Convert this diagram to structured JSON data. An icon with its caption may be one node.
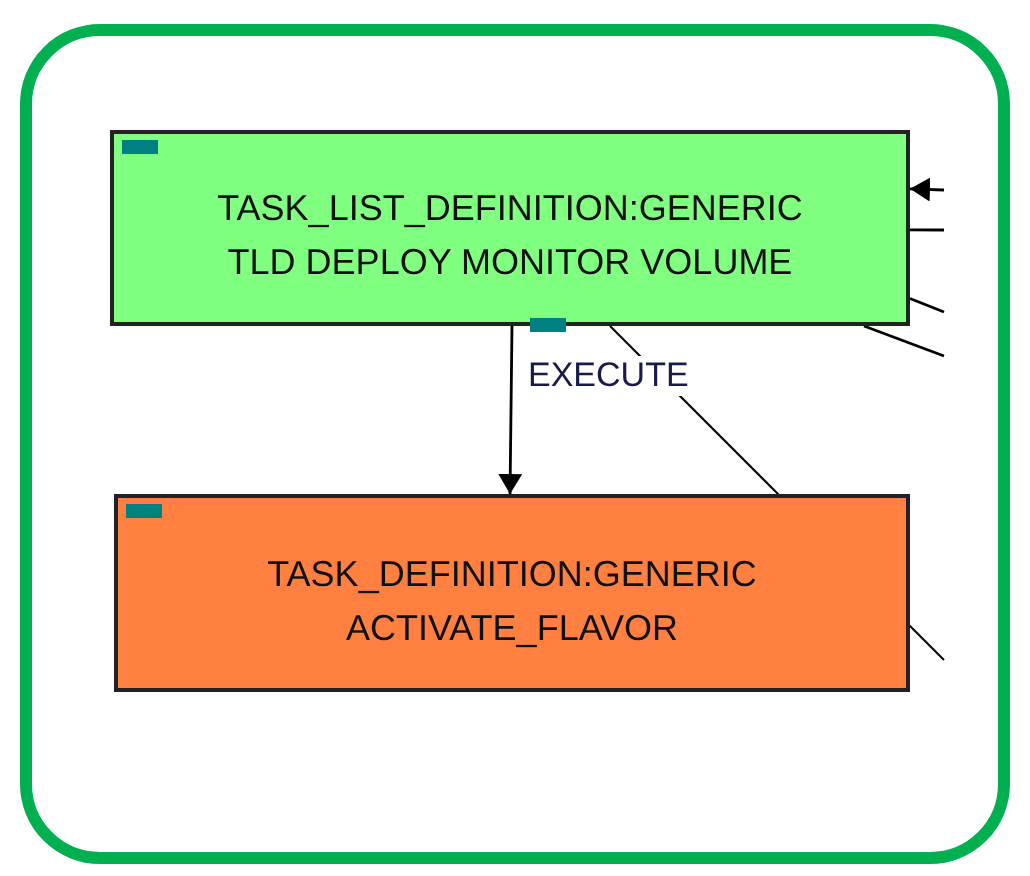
{
  "diagram": {
    "nodes": [
      {
        "text": [
          "TASK_LIST_DEFINITION:GENERIC",
          "TLD DEPLOY MONITOR VOLUME"
        ]
      },
      {
        "text": [
          "TASK_DEFINITION:GENERIC",
          "ACTIVATE_FLAVOR"
        ]
      }
    ],
    "edges": [
      {
        "from": 0,
        "to": 1,
        "arrow": "to",
        "label": "EXECUTE"
      },
      {
        "from": null,
        "to": 0,
        "arrow": "to"
      },
      {
        "from": 0,
        "to": null,
        "arrow": "none"
      },
      {
        "from": 0,
        "to": null,
        "arrow": "none"
      },
      {
        "from": 0,
        "to": null,
        "arrow": "none"
      },
      {
        "from": 0,
        "to": null,
        "arrow": "none"
      }
    ]
  }
}
